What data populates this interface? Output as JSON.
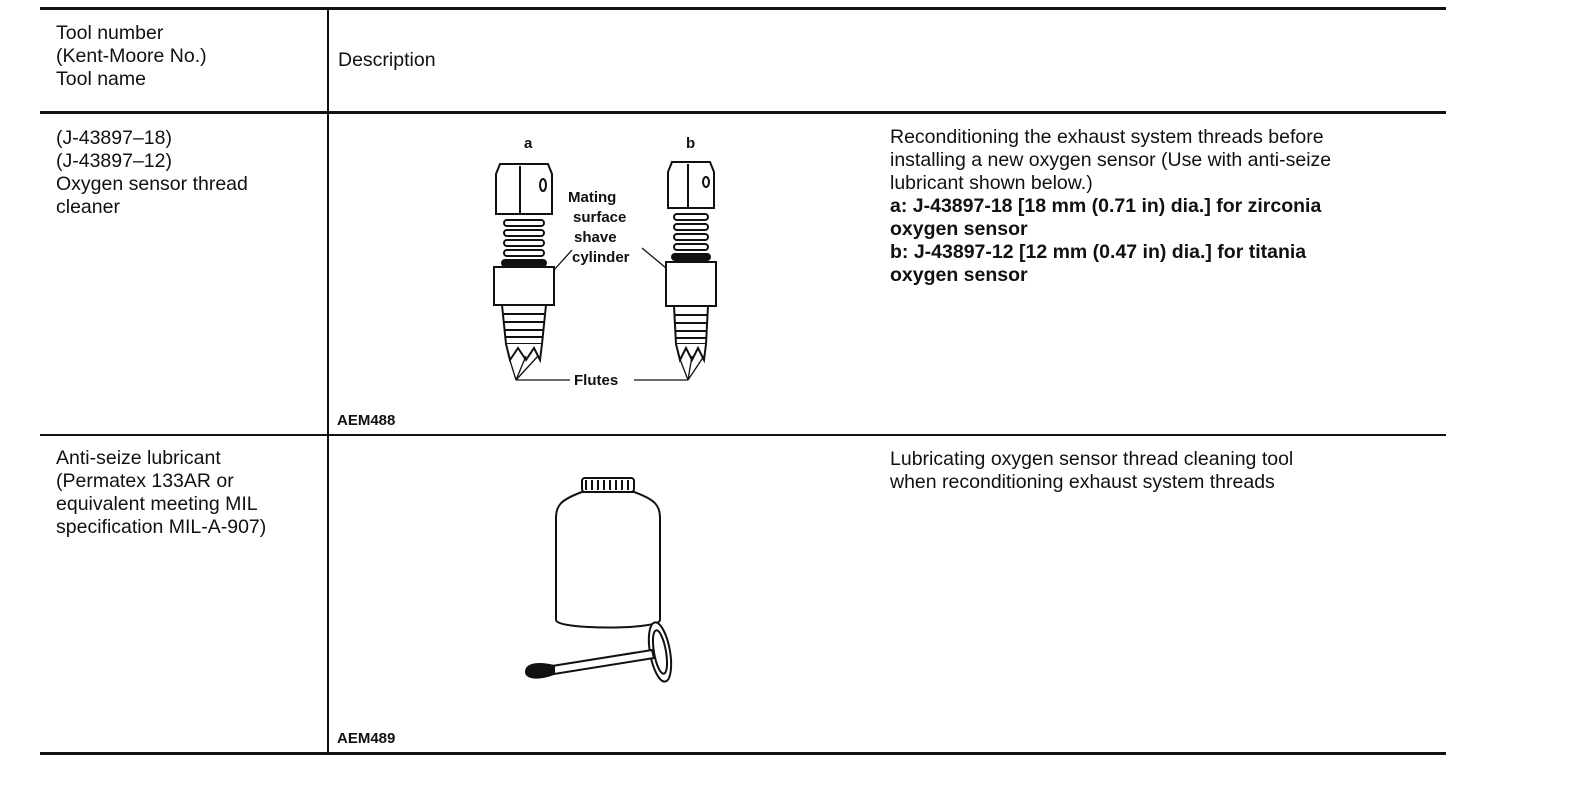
{
  "header": {
    "tool_col": [
      "Tool number",
      "(Kent-Moore No.)",
      "Tool name"
    ],
    "desc_col": "Description"
  },
  "rows": [
    {
      "tool": [
        "(J-43897–18)",
        "(J-43897–12)",
        "Oxygen sensor thread",
        "cleaner"
      ],
      "figure_code": "AEM488",
      "figure_labels": {
        "a": "a",
        "b": "b",
        "mating": [
          "Mating",
          "surface",
          "shave",
          "cylinder"
        ],
        "flutes": "Flutes"
      },
      "desc_lines": [
        "Reconditioning the exhaust system threads before",
        "installing a new oxygen sensor (Use with anti-seize",
        "lubricant shown below.)"
      ],
      "desc_bold_lines": [
        "a: J-43897-18 [18 mm (0.71 in) dia.] for zirconia",
        "oxygen sensor",
        "b: J-43897-12 [12 mm (0.47 in) dia.] for titania",
        "oxygen sensor"
      ]
    },
    {
      "tool": [
        "Anti-seize lubricant",
        "(Permatex 133AR or",
        "equivalent meeting MIL",
        "specification MIL-A-907)"
      ],
      "figure_code": "AEM489",
      "desc_lines": [
        "Lubricating oxygen sensor thread cleaning tool",
        "when reconditioning exhaust system threads"
      ]
    }
  ]
}
